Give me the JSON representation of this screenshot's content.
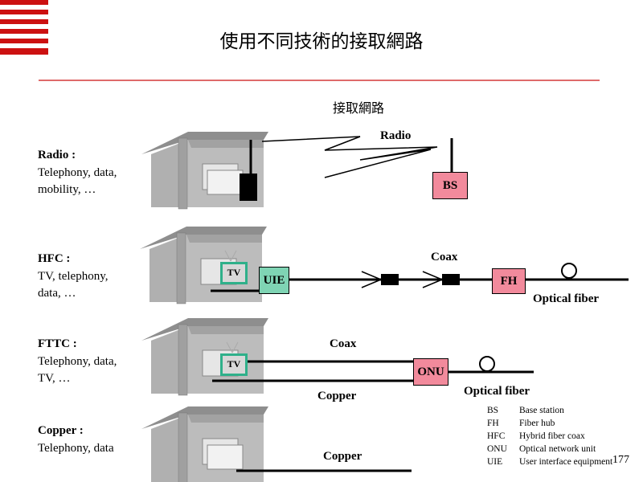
{
  "title": "使用不同技術的接取網路",
  "subtitle": "接取網路",
  "rows": [
    {
      "heading": "Radio :",
      "lines": [
        "Telephony, data,",
        "mobility, …"
      ]
    },
    {
      "heading": "HFC :",
      "lines": [
        "TV, telephony,",
        "data, …"
      ]
    },
    {
      "heading": "FTTC :",
      "lines": [
        "Telephony, data,",
        "TV, …"
      ]
    },
    {
      "heading": "Copper :",
      "lines": [
        "Telephony, data"
      ]
    }
  ],
  "labels": {
    "radio": "Radio",
    "bs": "BS",
    "coax_hfc": "Coax",
    "uie": "UIE",
    "fh": "FH",
    "optical_hfc": "Optical fiber",
    "tv_hfc": "TV",
    "coax_fttc": "Coax",
    "tv_fttc": "TV",
    "onu": "ONU",
    "copper_fttc": "Copper",
    "optical_fttc": "Optical fiber",
    "copper_row4": "Copper"
  },
  "legend": [
    {
      "abbr": "BS",
      "text": "Base station"
    },
    {
      "abbr": "FH",
      "text": "Fiber hub"
    },
    {
      "abbr": "HFC",
      "text": "Hybrid fiber coax"
    },
    {
      "abbr": "ONU",
      "text": "Optical network unit"
    },
    {
      "abbr": "UIE",
      "text": "User interface equipment"
    }
  ],
  "page_number": "177",
  "colors": {
    "brand_red": "#cc1111",
    "pink_box": "#f28a9c",
    "teal_box": "#7fd4b4",
    "house_wall": "#b8b8b8",
    "house_roof": "#9a9a9a",
    "house_pillar": "#a8a8a8"
  }
}
